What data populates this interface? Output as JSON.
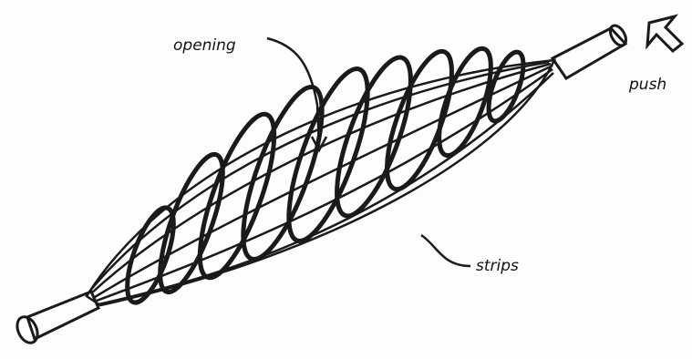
{
  "labels": {
    "opening": "opening",
    "push": "push",
    "strips": "strips"
  },
  "colors": {
    "ink": "#1a1a1a",
    "paper": "#fdfdfb"
  },
  "icons": [
    "push-arrow-icon"
  ]
}
